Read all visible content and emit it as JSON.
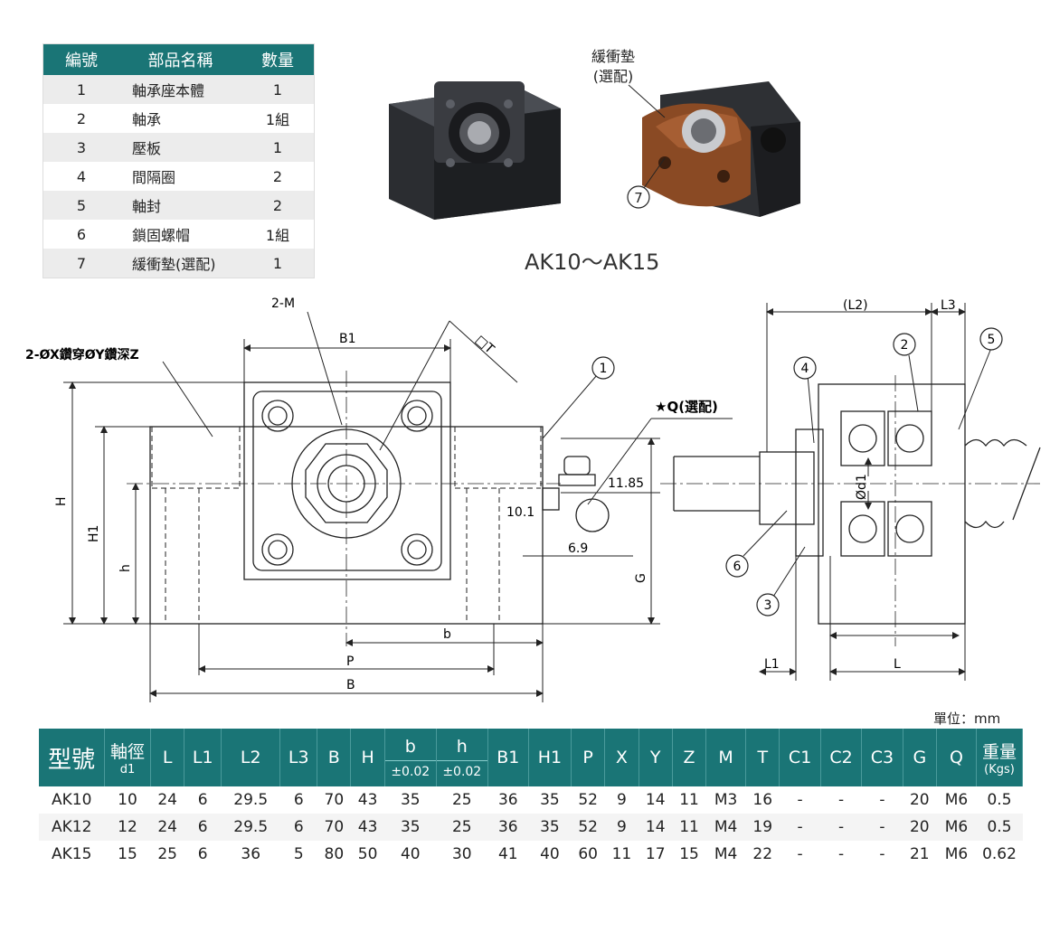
{
  "parts_table": {
    "headers": [
      "編號",
      "部品名稱",
      "數量"
    ],
    "rows": [
      [
        "1",
        "軸承座本體",
        "1"
      ],
      [
        "2",
        "軸承",
        "1組"
      ],
      [
        "3",
        "壓板",
        "1"
      ],
      [
        "4",
        "間隔圈",
        "2"
      ],
      [
        "5",
        "軸封",
        "2"
      ],
      [
        "6",
        "鎖固螺帽",
        "1組"
      ],
      [
        "7",
        "緩衝墊(選配)",
        "1"
      ]
    ]
  },
  "photo_labels": {
    "cushion_line1": "緩衝墊",
    "cushion_line2": "(選配)",
    "cushion_num": "7",
    "model_range": "AK10～AK15"
  },
  "drawing": {
    "front": {
      "label_2m": "2-M",
      "label_hole": "2-ØX鑽穿ØY鑽深Z",
      "label_B1": "B1",
      "label_T": "□T",
      "label_1": "1",
      "label_Q": "★Q(選配)",
      "label_H": "H",
      "label_H1": "H1",
      "label_h": "h",
      "label_G": "G",
      "label_b": "b",
      "label_P": "P",
      "label_B": "B",
      "dim_1185": "11.85",
      "dim_101": "10.1",
      "dim_69": "6.9"
    },
    "side": {
      "label_L2": "(L2)",
      "label_L3": "L3",
      "label_L1": "L1",
      "label_L": "L",
      "label_d1": "Ød1",
      "n2": "2",
      "n3": "3",
      "n4": "4",
      "n5": "5",
      "n6": "6"
    }
  },
  "unit": "單位：mm",
  "spec_table": {
    "headers": [
      "型號",
      "軸徑",
      "d1",
      "L",
      "L1",
      "L2",
      "L3",
      "B",
      "H",
      "b",
      "±0.02",
      "h",
      "±0.02",
      "B1",
      "H1",
      "P",
      "X",
      "Y",
      "Z",
      "M",
      "T",
      "C1",
      "C2",
      "C3",
      "G",
      "Q",
      "重量",
      "(Kgs)"
    ],
    "rows": [
      [
        "AK10",
        "10",
        "24",
        "6",
        "29.5",
        "6",
        "70",
        "43",
        "35",
        "25",
        "36",
        "35",
        "52",
        "9",
        "14",
        "11",
        "M3",
        "16",
        "-",
        "-",
        "-",
        "20",
        "M6",
        "0.5"
      ],
      [
        "AK12",
        "12",
        "24",
        "6",
        "29.5",
        "6",
        "70",
        "43",
        "35",
        "25",
        "36",
        "35",
        "52",
        "9",
        "14",
        "11",
        "M4",
        "19",
        "-",
        "-",
        "-",
        "20",
        "M6",
        "0.5"
      ],
      [
        "AK15",
        "15",
        "25",
        "6",
        "36",
        "5",
        "80",
        "50",
        "40",
        "30",
        "41",
        "40",
        "60",
        "11",
        "17",
        "15",
        "M4",
        "22",
        "-",
        "-",
        "-",
        "21",
        "M6",
        "0.62"
      ]
    ]
  }
}
